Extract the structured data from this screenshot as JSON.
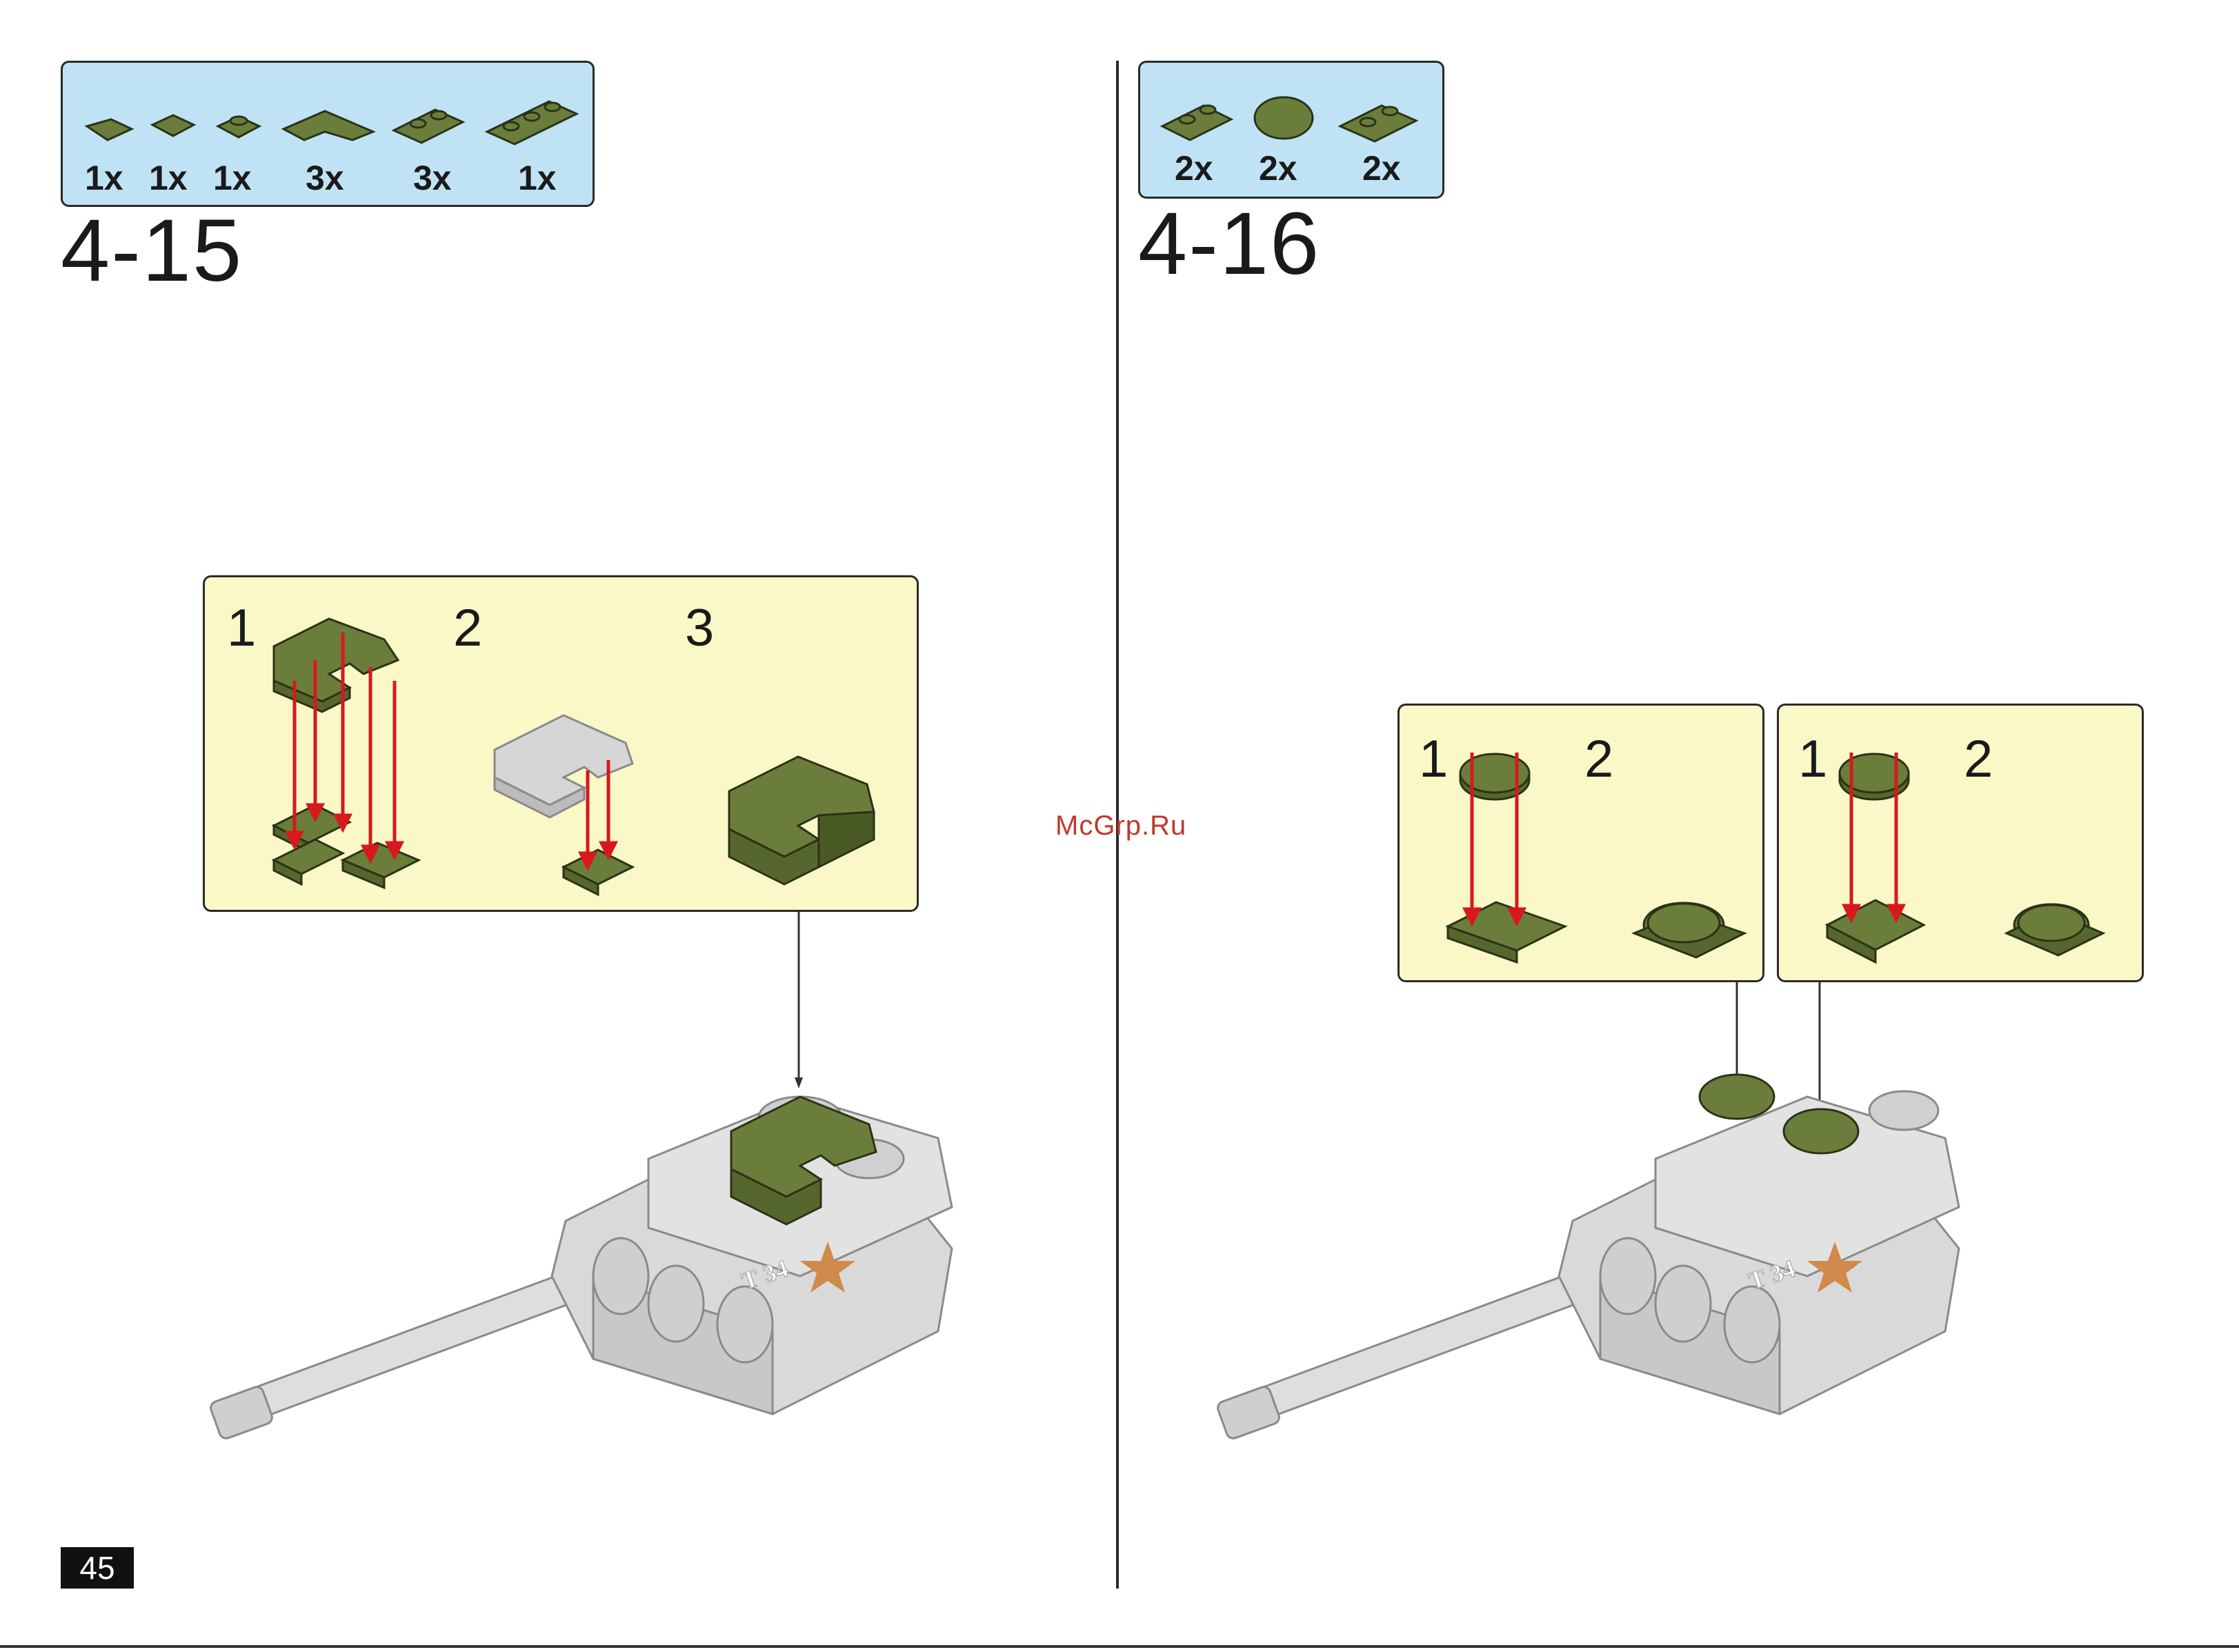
{
  "watermark": "McGrp.Ru",
  "page_number": "45",
  "steps": [
    {
      "number": "4-15",
      "parts": [
        {
          "qty": "1x",
          "icon": "wedge-plate-icon"
        },
        {
          "qty": "1x",
          "icon": "plate-1x1-icon"
        },
        {
          "qty": "1x",
          "icon": "plate-1x1-stud-icon"
        },
        {
          "qty": "3x",
          "icon": "corner-plate-icon"
        },
        {
          "qty": "3x",
          "icon": "plate-1x2-icon"
        },
        {
          "qty": "1x",
          "icon": "plate-1x3-icon"
        }
      ],
      "substeps": [
        "1",
        "2",
        "3"
      ]
    },
    {
      "number": "4-16",
      "parts": [
        {
          "qty": "2x",
          "icon": "plate-1x2-icon"
        },
        {
          "qty": "2x",
          "icon": "round-tile-icon"
        },
        {
          "qty": "2x",
          "icon": "clip-plate-icon"
        }
      ],
      "callouts": [
        {
          "substeps": [
            "1",
            "2"
          ]
        },
        {
          "substeps": [
            "1",
            "2"
          ]
        }
      ]
    }
  ],
  "tank_marking": "T 34",
  "colors": {
    "part_green": "#6b7d3a",
    "arrow_red": "#d7191c",
    "callout_bg": "#fbf8c8",
    "parts_bg": "#bfe3f5"
  }
}
